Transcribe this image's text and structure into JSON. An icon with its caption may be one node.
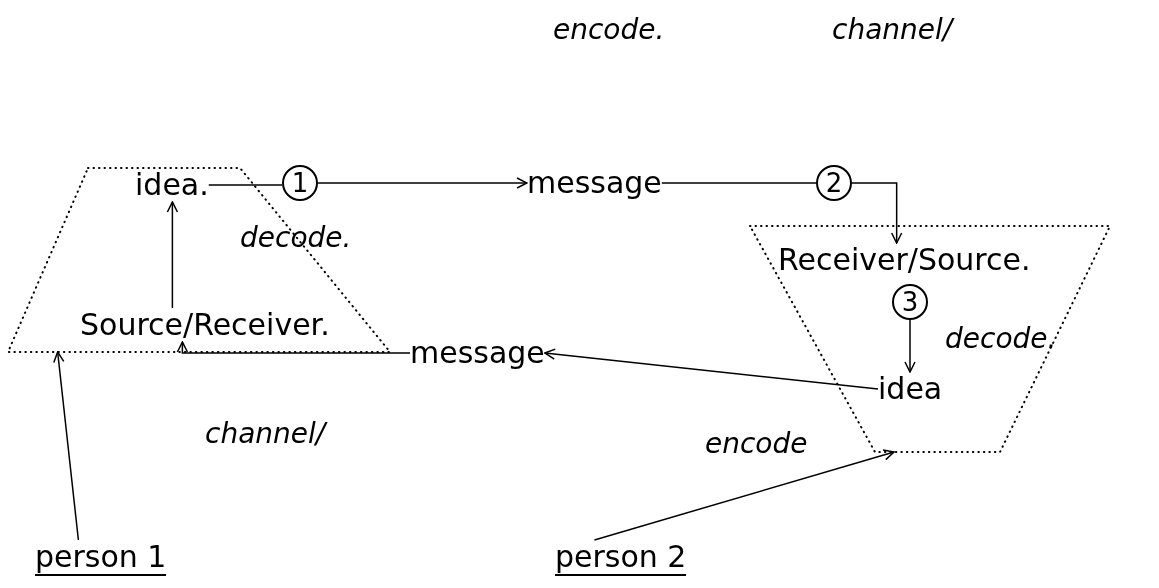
{
  "diagram": {
    "nodes": [
      {
        "text": [],
        "shape": "trapezoid"
      },
      {
        "text": [
          "idea."
        ],
        "in": 0
      },
      {
        "text": [
          "Source/Receiver."
        ],
        "in": 0
      },
      {
        "text": [
          "1"
        ]
      },
      {
        "text": [
          "message"
        ]
      },
      {
        "text": [
          "2"
        ]
      },
      {
        "text": [],
        "shape": "trapezoid"
      },
      {
        "text": [
          "Receiver/Source."
        ],
        "in": 6
      },
      {
        "text": [
          "3"
        ],
        "in": 6
      },
      {
        "text": [
          "idea"
        ],
        "in": 6
      },
      {
        "text": [
          "message"
        ]
      },
      {
        "text": [
          "person  1"
        ]
      },
      {
        "text": [
          "person  2"
        ]
      }
    ],
    "edges": [
      {
        "from": 1,
        "to": 3,
        "arrow": "none"
      },
      {
        "from": 3,
        "to": 4,
        "arrow": "to"
      },
      {
        "from": 4,
        "to": 5,
        "arrow": "none"
      },
      {
        "from": 5,
        "to": 7,
        "arrow": "to"
      },
      {
        "from": 8,
        "to": 9,
        "arrow": "to"
      },
      {
        "from": 9,
        "to": 10,
        "arrow": "to"
      },
      {
        "from": 10,
        "to": 2,
        "arrow": "to"
      },
      {
        "from": 2,
        "to": 1,
        "arrow": "to"
      },
      {
        "from": 11,
        "to": 0,
        "arrow": "to"
      },
      {
        "from": 12,
        "to": 6,
        "arrow": "to"
      }
    ],
    "labels": [
      "encode.",
      "channel/",
      "decode.",
      "decode.",
      "channel/",
      "encode"
    ]
  }
}
